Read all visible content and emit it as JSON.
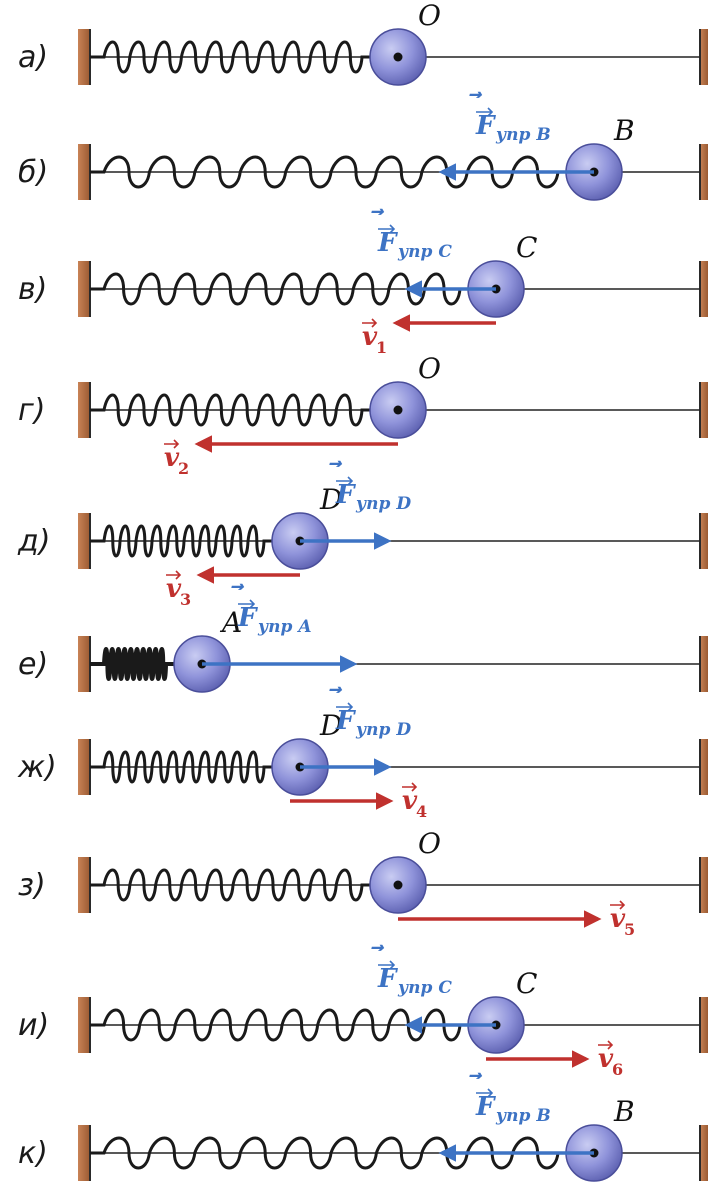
{
  "colors": {
    "force": "#3d73c4",
    "velocity": "#c0312e",
    "wall": "#b06a3c",
    "ball": "#8a8fd6",
    "spring": "#1a1a1a"
  },
  "rows": [
    {
      "label": "а)",
      "point": "O",
      "disp": 0.0,
      "force": null,
      "velocity": null
    },
    {
      "label": "б)",
      "point": "B",
      "disp": 1.0,
      "force": {
        "text": "F",
        "sub": "упр B",
        "dir": -1
      },
      "velocity": null
    },
    {
      "label": "в)",
      "point": "C",
      "disp": 0.5,
      "force": {
        "text": "F",
        "sub": "упр C",
        "dir": -1
      },
      "velocity": {
        "text": "v",
        "sub": "1",
        "dir": -1
      }
    },
    {
      "label": "г)",
      "point": "O",
      "disp": 0.0,
      "force": null,
      "velocity": {
        "text": "v",
        "sub": "2",
        "dir": -1
      }
    },
    {
      "label": "д)",
      "point": "D",
      "disp": -0.5,
      "force": {
        "text": "F",
        "sub": "упр D",
        "dir": 1
      },
      "velocity": {
        "text": "v",
        "sub": "3",
        "dir": -1
      }
    },
    {
      "label": "е)",
      "point": "A",
      "disp": -1.0,
      "force": {
        "text": "F",
        "sub": "упр A",
        "dir": 1
      },
      "velocity": null
    },
    {
      "label": "ж)",
      "point": "D",
      "disp": -0.5,
      "force": {
        "text": "F",
        "sub": "упр D",
        "dir": 1
      },
      "velocity": {
        "text": "v",
        "sub": "4",
        "dir": 1
      }
    },
    {
      "label": "з)",
      "point": "O",
      "disp": 0.0,
      "force": null,
      "velocity": {
        "text": "v",
        "sub": "5",
        "dir": 1
      }
    },
    {
      "label": "и)",
      "point": "C",
      "disp": 0.5,
      "force": {
        "text": "F",
        "sub": "упр C",
        "dir": -1
      },
      "velocity": {
        "text": "v",
        "sub": "6",
        "dir": 1
      }
    },
    {
      "label": "к)",
      "point": "B",
      "disp": 1.0,
      "force": {
        "text": "F",
        "sub": "упр B",
        "dir": -1
      },
      "velocity": null
    }
  ]
}
